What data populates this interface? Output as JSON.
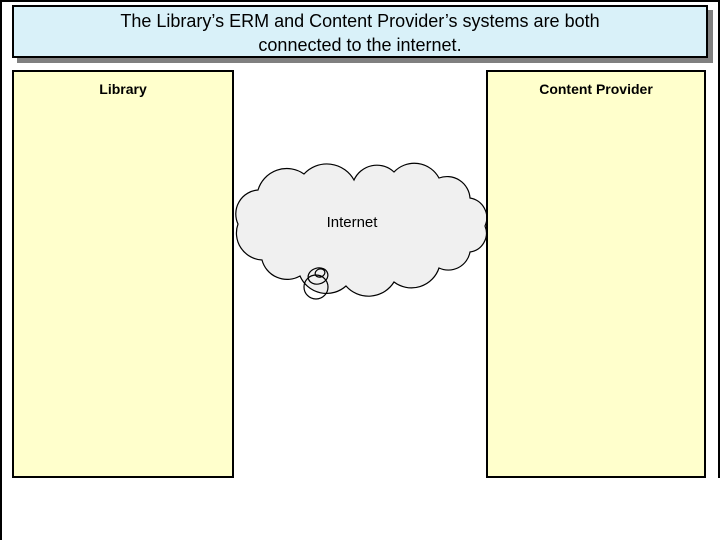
{
  "slide": {
    "background": "#ffffff",
    "border_color": "#000000"
  },
  "title_banner": {
    "line1": "The Library’s ERM and Content Provider’s systems are both",
    "line2": "connected to the internet.",
    "background": "#d9f1f9",
    "border_color": "#000000",
    "shadow_color": "#808080",
    "text_color": "#000000"
  },
  "library_box": {
    "label": "Library",
    "background": "#ffffcc",
    "border_color": "#000000"
  },
  "content_provider_box": {
    "label": "Content Provider",
    "background": "#ffffcc",
    "border_color": "#000000"
  },
  "internet_cloud": {
    "label": "Internet",
    "fill": "#f0f0f0",
    "stroke": "#000000"
  }
}
